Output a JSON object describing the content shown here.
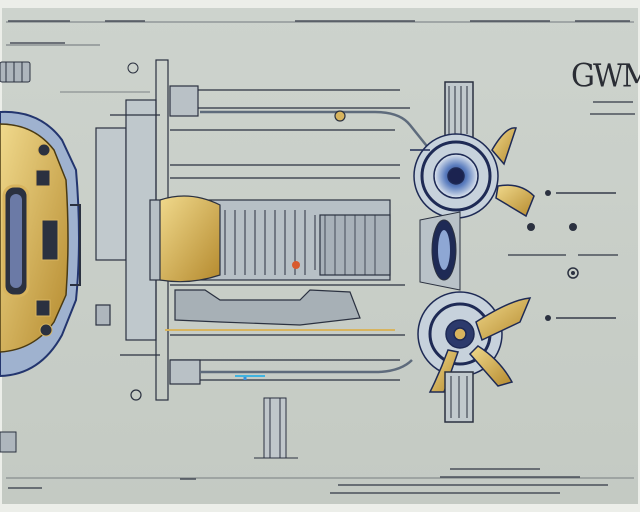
{
  "sheet": {
    "title_mark": "GWMC",
    "paper_color": "#c9cfc8",
    "ink_color": "#2b3140",
    "accent_blue": "#2a4f9a",
    "accent_gold": "#d8b45e"
  },
  "components": {
    "left_unit": "end-view-assembly",
    "center_block": "engine-block",
    "upper_fan": "fan-upper",
    "lower_fan": "fan-lower"
  }
}
